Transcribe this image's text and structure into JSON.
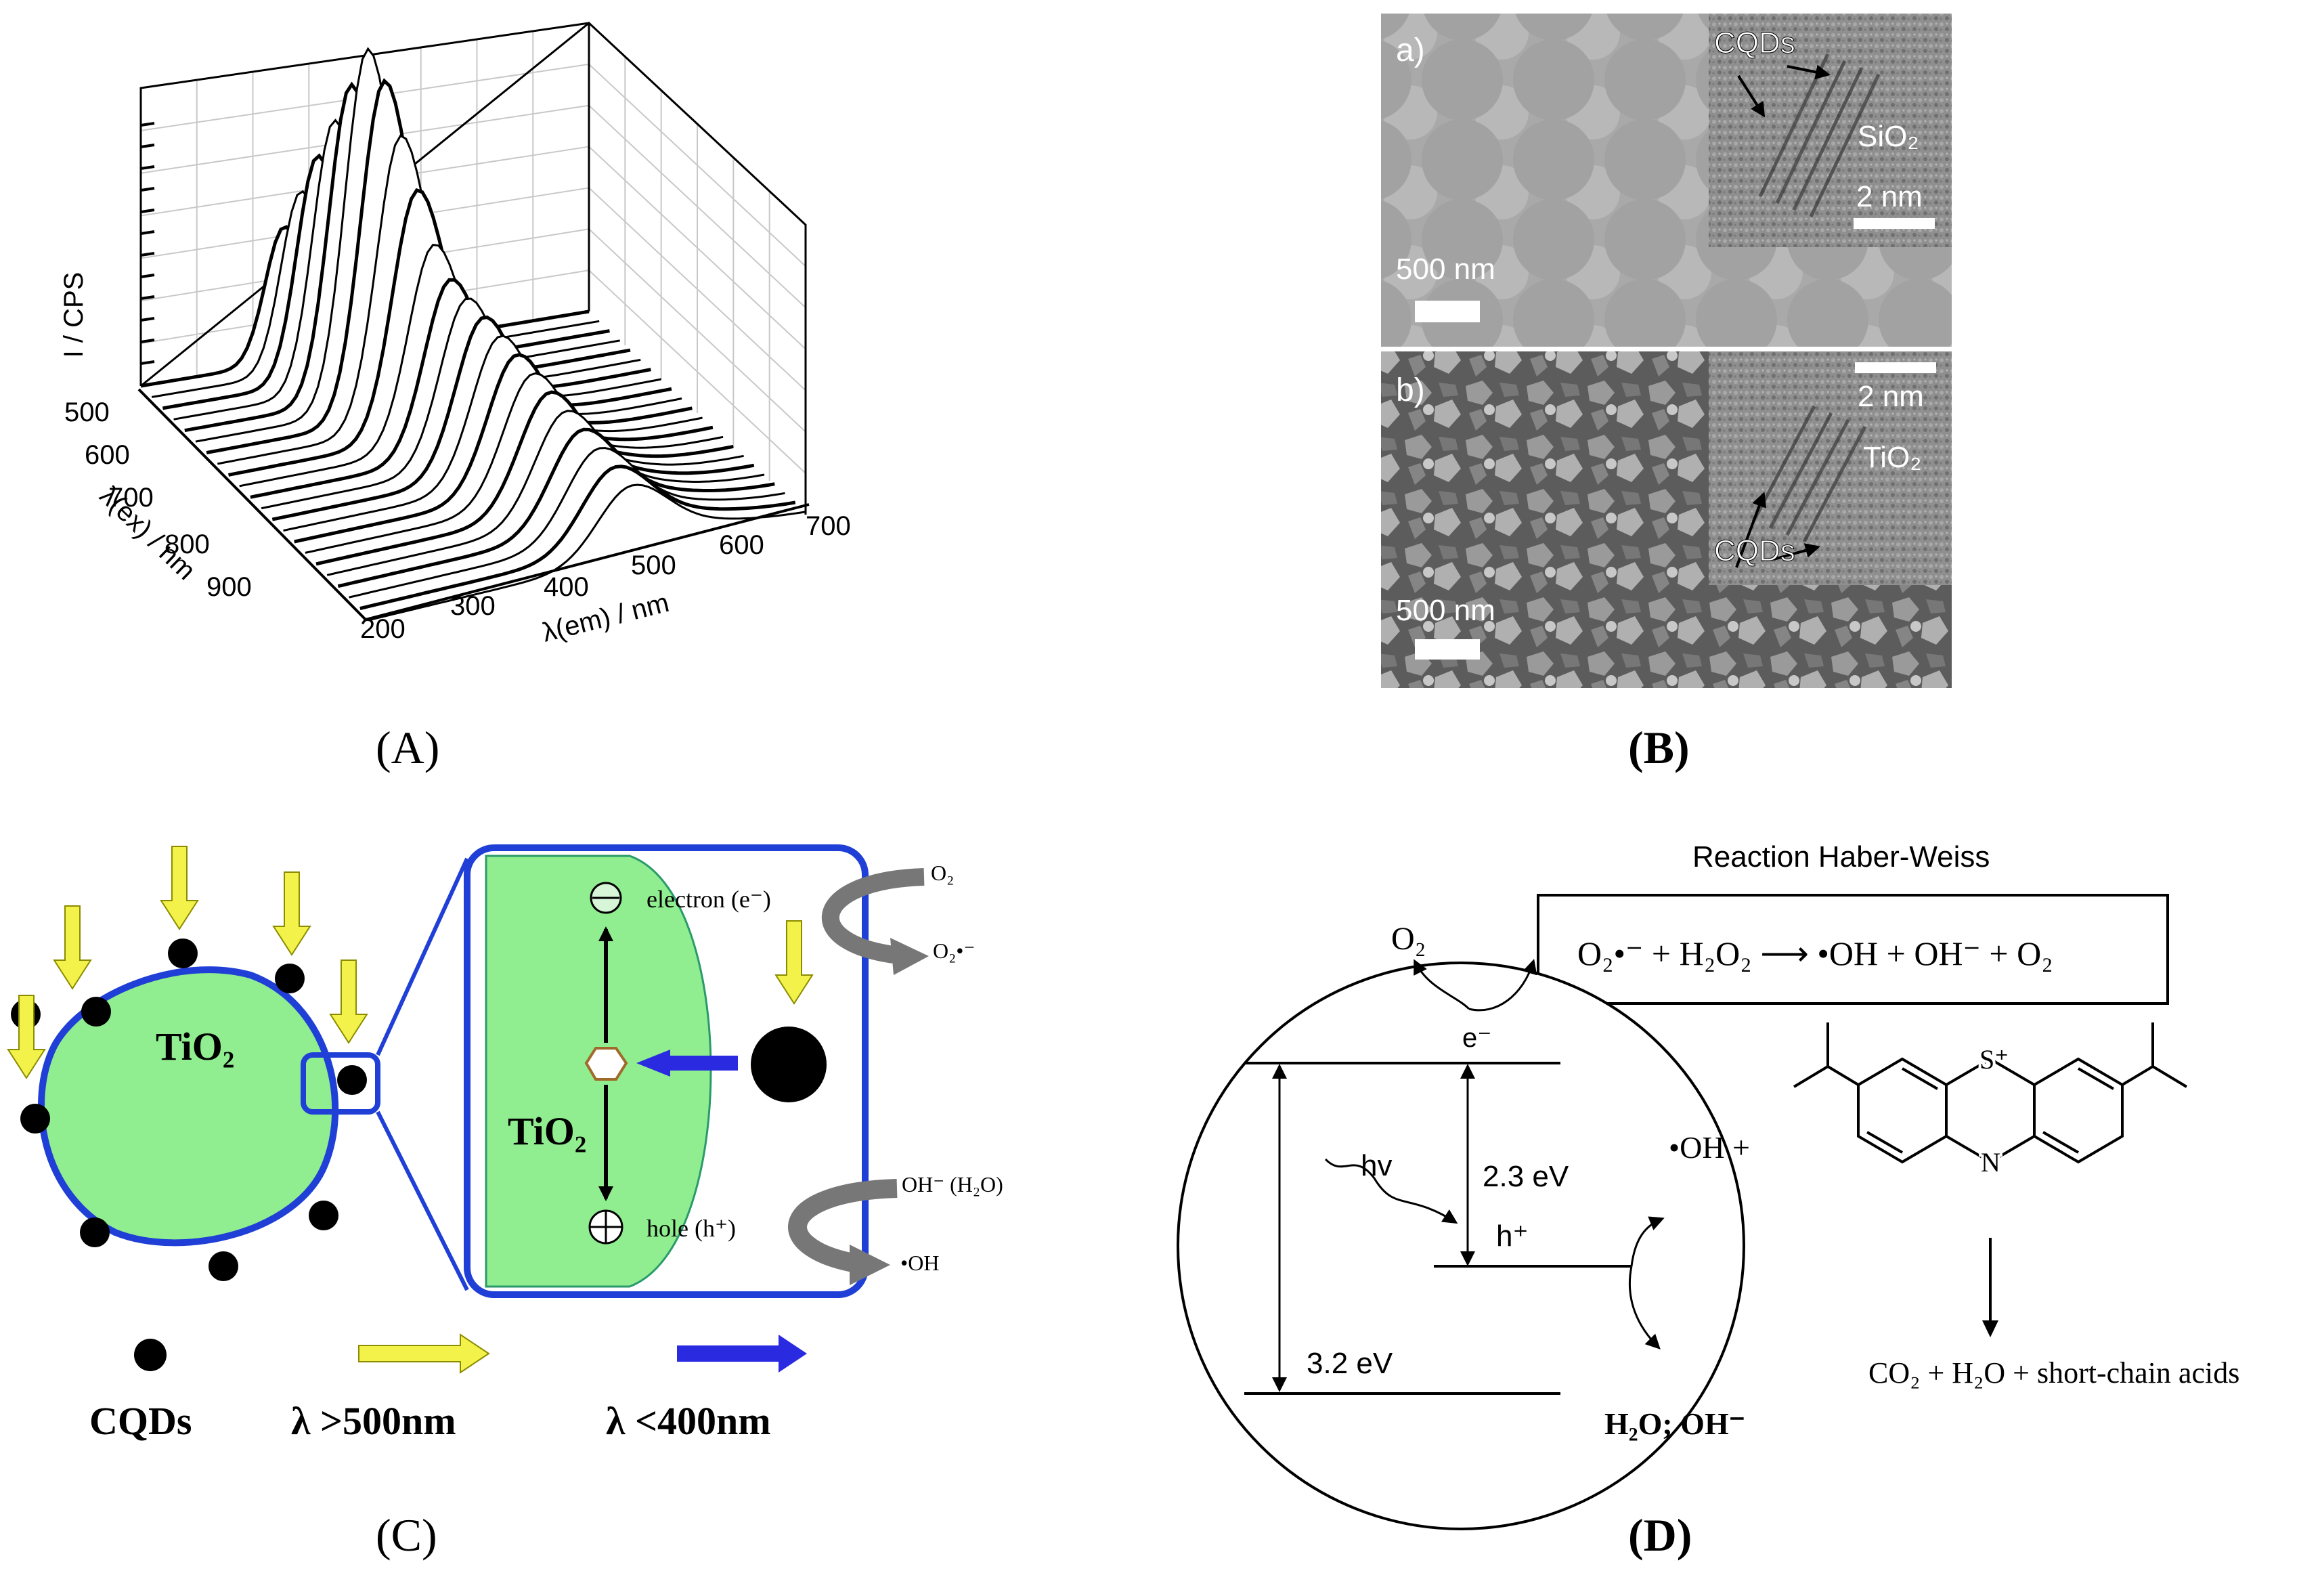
{
  "panels": {
    "A": {
      "label": "(A)",
      "y_axis_title": "I / CPS",
      "ex_axis_title": "λ(ex) / nm",
      "em_axis_title": "λ(em) / nm",
      "ex_ticks": [
        "500",
        "600",
        "700",
        "800",
        "900"
      ],
      "em_ticks": [
        "200",
        "300",
        "400",
        "500",
        "600",
        "700"
      ]
    },
    "B": {
      "label": "(B)",
      "sub_a": {
        "tag": "a)",
        "inset_label": "CQDs",
        "inset_material": "SiO₂",
        "inset_scale": "2 nm",
        "main_scale": "500 nm"
      },
      "sub_b": {
        "tag": "b)",
        "inset_label": "CQDs",
        "inset_material": "TiO₂",
        "inset_scale": "2 nm",
        "main_scale": "500 nm"
      }
    },
    "C": {
      "label": "(C)",
      "particle_label": "TiO₂",
      "zoom_label": "TiO₂",
      "electron_label": "electron (e⁻)",
      "hole_label": "hole (h⁺)",
      "o2_label": "O₂",
      "superoxide_label": "O₂•⁻",
      "oh_source_label": "OH⁻ (H₂O)",
      "oh_product_label": "•OH",
      "legend": {
        "cqd_label": "CQDs",
        "yellow_label": "λ >500nm",
        "blue_label": "λ <400nm"
      }
    },
    "D": {
      "label": "(D)",
      "title": "Reaction Haber-Weiss",
      "reaction": "O₂•⁻ + H₂O₂ ⟶ •OH + OH⁻ + O₂",
      "o2_label": "O₂",
      "electron_label": "e⁻",
      "hv_label": "hv",
      "cb_vb_gap": "2.3 eV",
      "band_gap": "3.2 eV",
      "hole_label": "h⁺",
      "water_label": "H₂O; OH⁻",
      "oh_plus": "•OH +",
      "sulfur_label": "S⁺",
      "nitrogen_label": "N",
      "products": "CO₂ + H₂O + short-chain acids"
    }
  }
}
